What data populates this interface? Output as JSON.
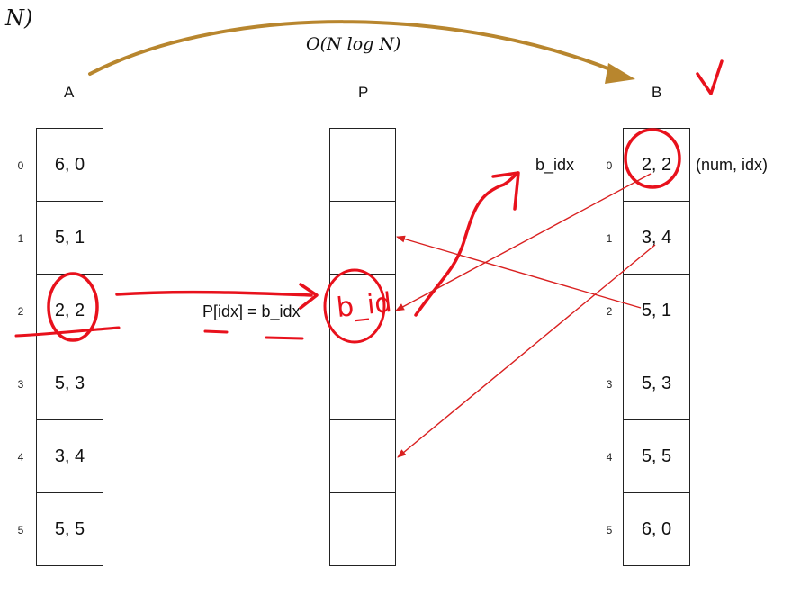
{
  "corner_label": "N)",
  "complexity_label": "O(N log N)",
  "arrays": [
    {
      "title": "A",
      "cells": [
        "6, 0",
        "5, 1",
        "2, 2",
        "5, 3",
        "3, 4",
        "5, 5"
      ]
    },
    {
      "title": "P",
      "cells": [
        "",
        "",
        "",
        "",
        "",
        ""
      ]
    },
    {
      "title": "B",
      "cells": [
        "2, 2",
        "3, 4",
        "5, 1",
        "5, 3",
        "5, 5",
        "6, 0"
      ]
    }
  ],
  "indices": [
    "0",
    "1",
    "2",
    "3",
    "4",
    "5"
  ],
  "assign_label": "P[idx] = b_idx",
  "b_idx_label": "b_idx",
  "tuple_label": "(num, idx)",
  "handwritten_cell_text": "b_id",
  "colors": {
    "ink_red": "#e8111c",
    "arrow_brown": "#b8862e",
    "thin_red": "#d92020",
    "border": "#222222"
  }
}
